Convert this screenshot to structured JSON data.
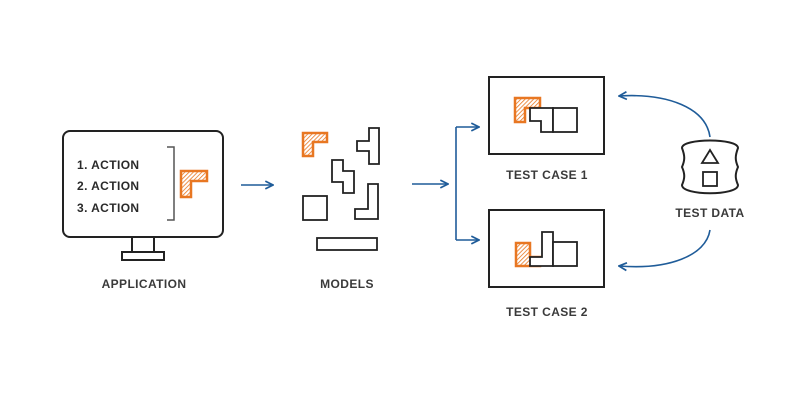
{
  "colors": {
    "stroke": "#222222",
    "accent": "#e87722",
    "arrow": "#1f5c99",
    "background": "#ffffff"
  },
  "application": {
    "actions": [
      "1.  ACTION",
      "2.  ACTION",
      "3.  ACTION"
    ],
    "label": "APPLICATION"
  },
  "models": {
    "label": "MODELS"
  },
  "test_cases": [
    {
      "label": "TEST CASE 1"
    },
    {
      "label": "TEST CASE 2"
    }
  ],
  "test_data": {
    "label": "TEST DATA",
    "icon": "database-icon"
  }
}
